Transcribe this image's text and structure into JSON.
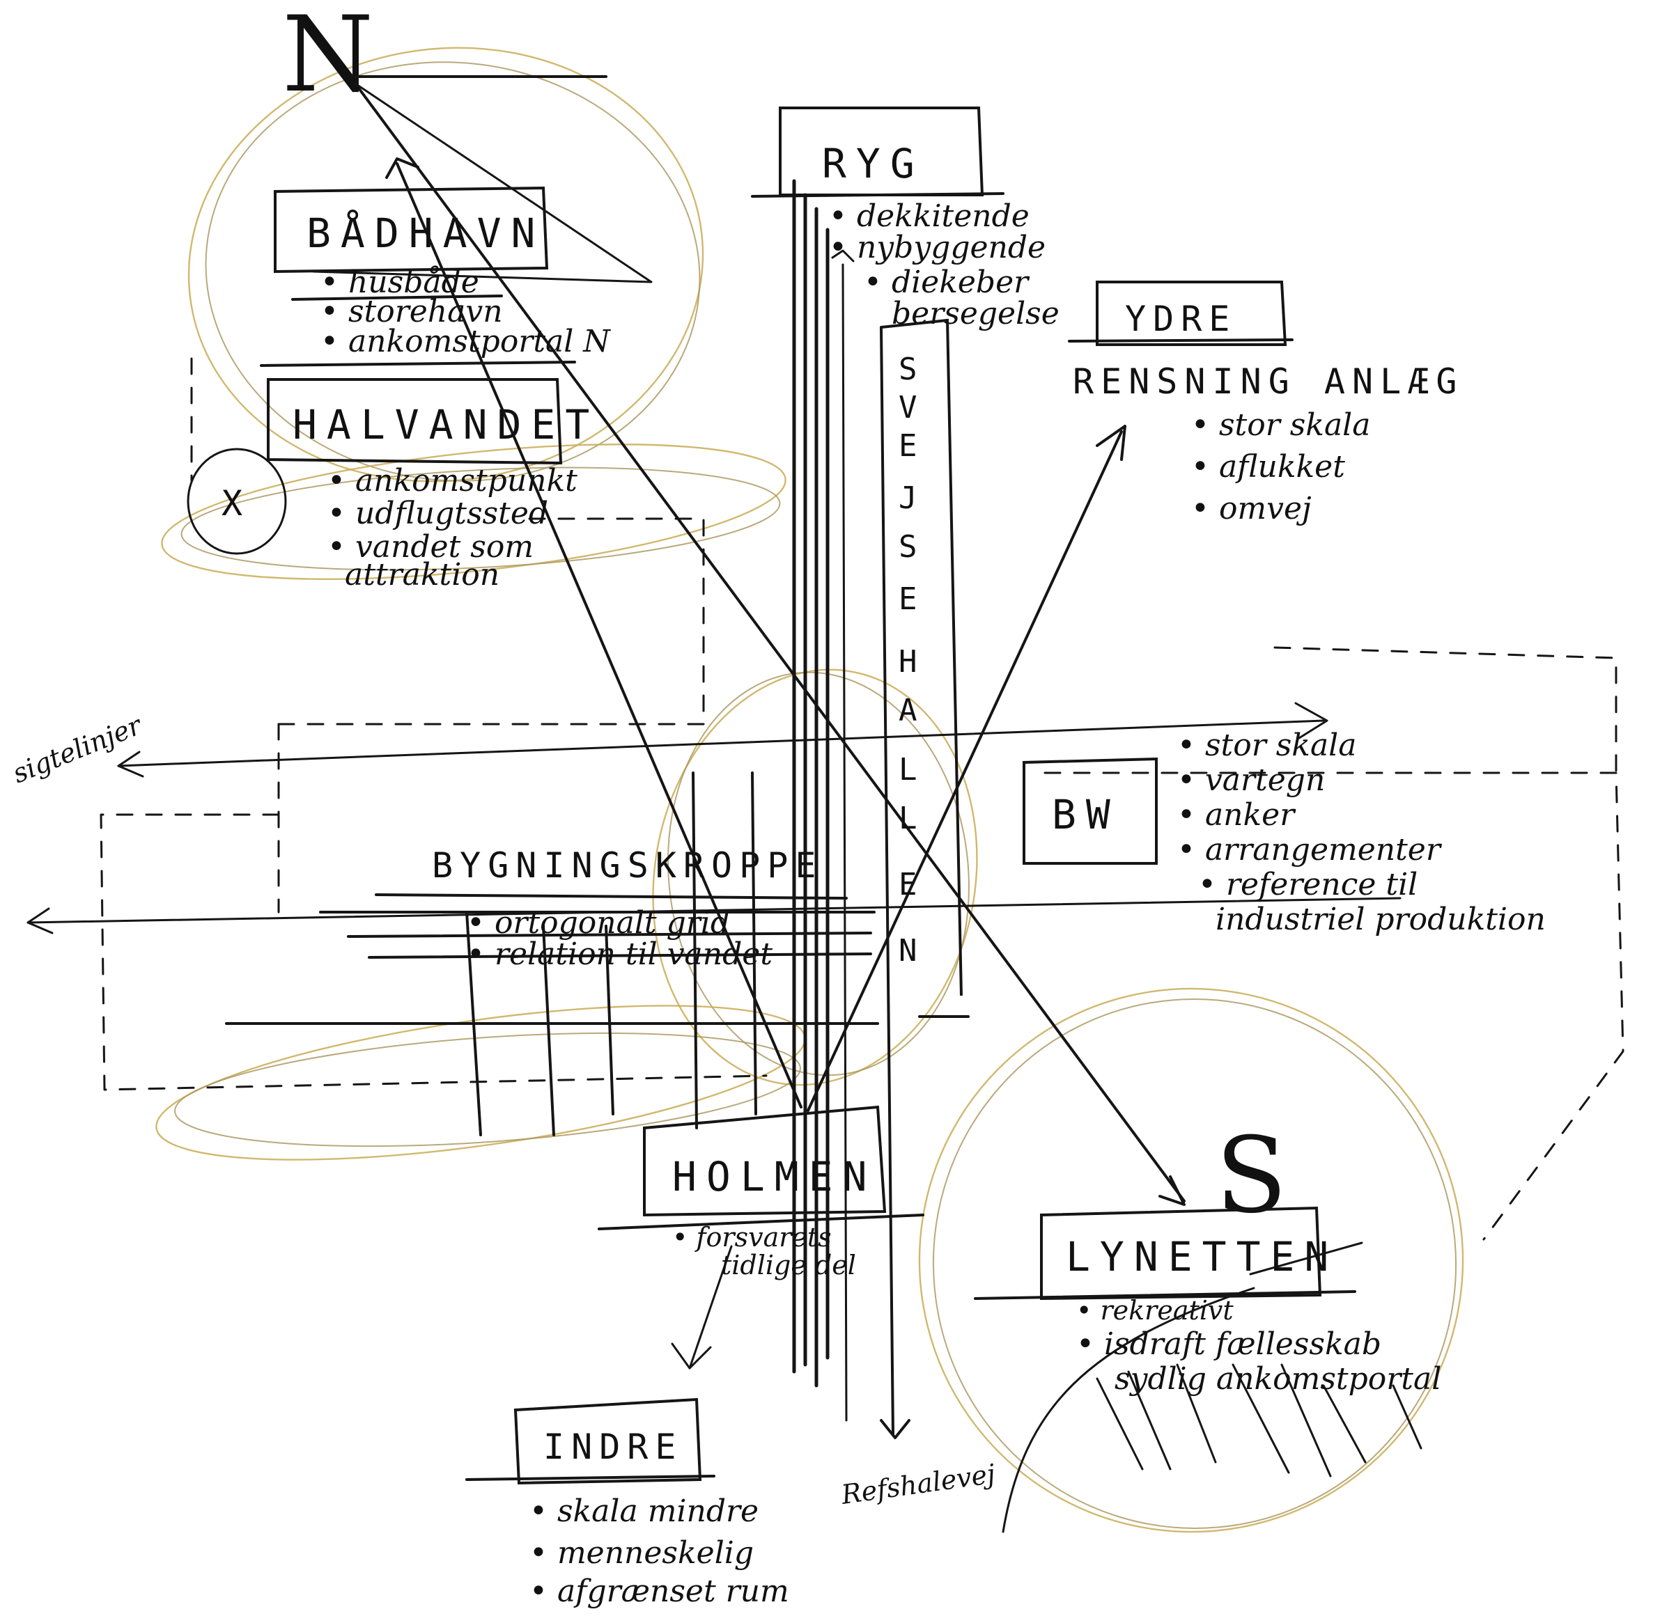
{
  "north_label": "N",
  "south_label": "S",
  "ryg": {
    "title": "RYG",
    "notes": [
      "• dekkitende",
      "• nybyggende",
      "• diekeber",
      "bersegelse"
    ]
  },
  "badhavn": {
    "title": "BÅDHAVN",
    "notes": [
      "• husbåde",
      "• storehavn",
      "• ankomstportal N"
    ]
  },
  "halvandet": {
    "title": "HALVANDET",
    "notes": [
      "• ankomstpunkt",
      "• udflugtssted",
      "• vandet som",
      "attraktion"
    ]
  },
  "x_marker": "X",
  "ydre": {
    "title": "YDRE",
    "subtitle": "RENSNING ANLÆG",
    "notes": [
      "• stor skala",
      "• aflukket",
      "• omvej"
    ]
  },
  "svejsehallen": {
    "letters": [
      "S",
      "V",
      "E",
      "J",
      "S",
      "E",
      "H",
      "A",
      "L",
      "L",
      "E",
      "N"
    ]
  },
  "sigtelinjer": "sigtelinjer",
  "bygningskroppe": {
    "title": "BYGNINGSKROPPE",
    "notes": [
      "• ortogonalt grid",
      "• relation til vandet"
    ]
  },
  "bw": {
    "title": "BW",
    "notes": [
      "• stor skala",
      "• vartegn",
      "• anker",
      "• arrangementer",
      "• reference til",
      "industriel produktion"
    ]
  },
  "holmen": {
    "title": "HOLMEN",
    "notes": [
      "• forsvarets",
      "tidlige del"
    ]
  },
  "lynetten": {
    "title": "LYNETTEN",
    "notes": [
      "• rekreativt",
      "• isdraft fællesskab",
      "sydlig ankomstportal"
    ]
  },
  "indre": {
    "title": "INDRE",
    "notes": [
      "• skala mindre",
      "• menneskelig",
      "• afgrænset rum"
    ]
  },
  "refshalevej": "Refshalevej",
  "colors": {
    "ink": "#151515",
    "gold_pencil": "#c9ab55"
  }
}
